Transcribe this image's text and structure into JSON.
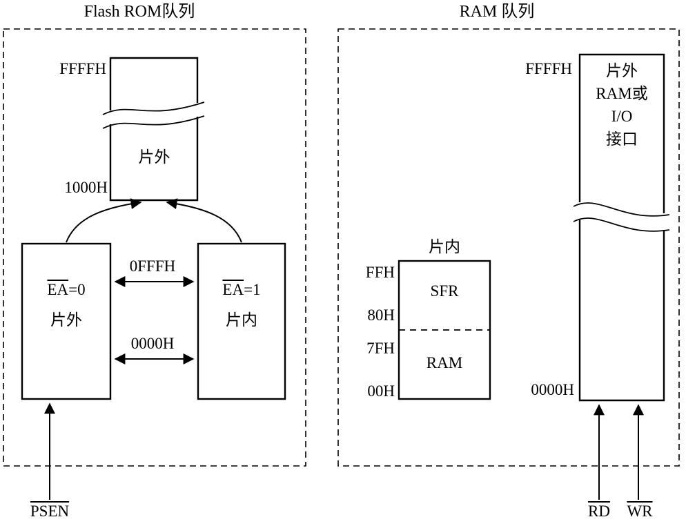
{
  "left_panel": {
    "title": "Flash ROM队列",
    "top_box": {
      "label": "片外",
      "addr_top": "FFFFH",
      "addr_bottom": "1000H"
    },
    "ext_box": {
      "ea_bar": "EA",
      "ea_rest": "=0",
      "label": "片外"
    },
    "int_box": {
      "ea_bar": "EA",
      "ea_rest": "=1",
      "label": "片内"
    },
    "range_top": "0FFFH",
    "range_bottom": "0000H",
    "signal": "PSEN"
  },
  "right_panel": {
    "title": "RAM 队列",
    "ext_box": {
      "line1": "片外",
      "line2": "RAM或",
      "line3": "I/O",
      "line4": "接口",
      "addr_top": "FFFFH",
      "addr_bottom": "0000H"
    },
    "int_box": {
      "title": "片内",
      "upper": "SFR",
      "lower": "RAM",
      "addr": [
        "FFH",
        "80H",
        "7FH",
        "00H"
      ]
    },
    "signals": {
      "rd": "RD",
      "wr": "WR"
    }
  }
}
